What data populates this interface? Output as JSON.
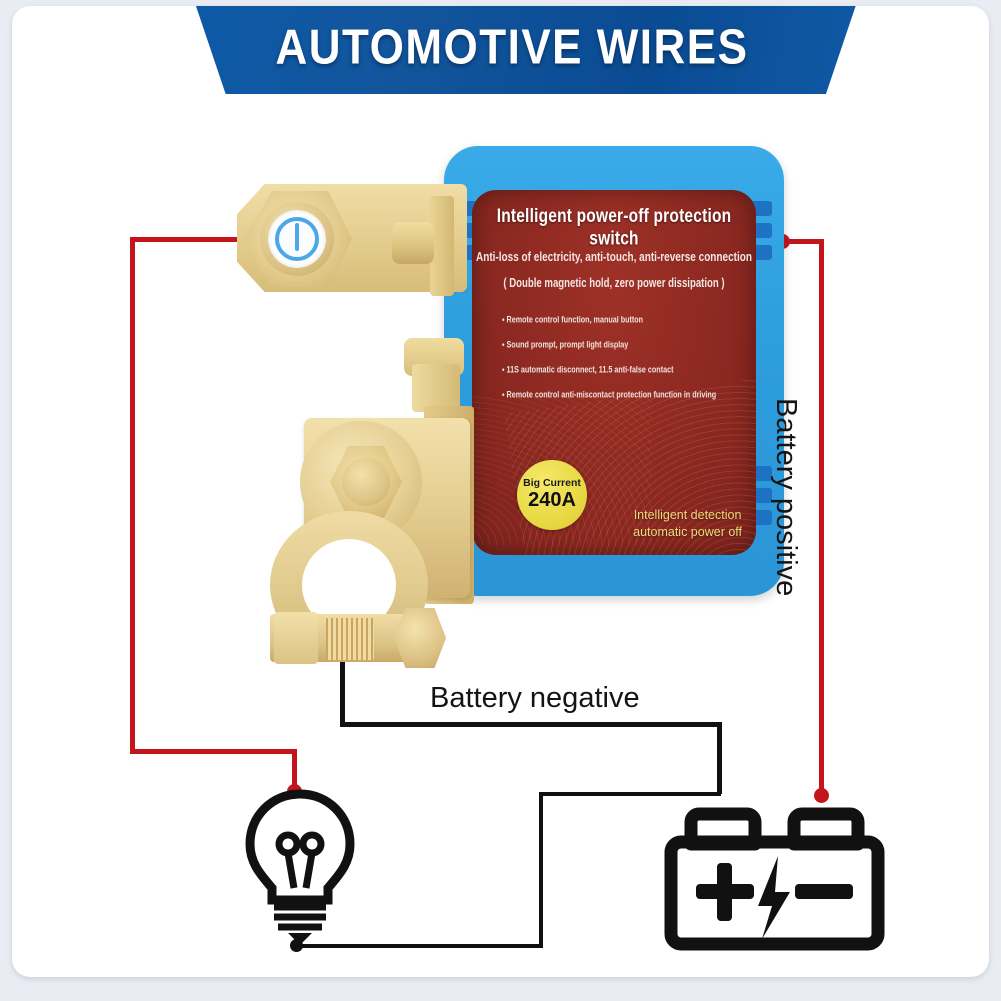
{
  "banner": {
    "title": "AUTOMOTIVE WIRES"
  },
  "device": {
    "label": {
      "title": "Intelligent power-off protection switch",
      "sub1": "Anti-loss of electricity, anti-touch, anti-reverse connection",
      "sub2": "( Double magnetic hold, zero power dissipation )",
      "bullets": [
        "Remote control function, manual button",
        "Sound prompt, prompt light display",
        "11S automatic disconnect, 11.5 anti-false contact",
        "Remote control anti-miscontact protection function in driving"
      ],
      "badge": {
        "top": "Big Current",
        "value": "240A"
      },
      "footer_line1": "Intelligent detection",
      "footer_line2": "automatic power off"
    }
  },
  "annotations": {
    "battery_negative": "Battery negative",
    "battery_positive": "Battery positive"
  },
  "icons": {
    "bulb": "light-bulb-icon",
    "battery": "car-battery-icon",
    "indicator_button": "round-indicator-button-icon"
  },
  "colors": {
    "banner_blue": "#0d5aa8",
    "device_blue": "#2e9ede",
    "label_red": "#8f2a22",
    "badge_yellow": "#e8d944",
    "wire_red": "#c3161c",
    "wire_black": "#111111",
    "brass": "#e4cd90",
    "page_background": "#e9edf3"
  }
}
